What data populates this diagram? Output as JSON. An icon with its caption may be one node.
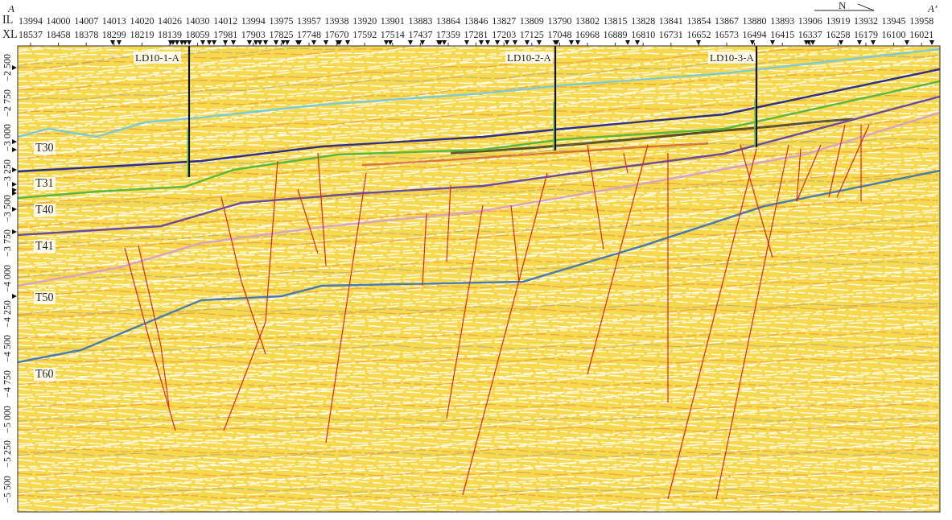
{
  "diagram": {
    "labels": [
      "A",
      "N",
      "A’",
      "IL",
      "13994",
      "14000",
      "14007",
      "14013",
      "14020",
      "14026",
      "14030",
      "14012",
      "13994",
      "13975",
      "13957",
      "13938",
      "13920",
      "13901",
      "13883",
      "13864",
      "13846",
      "13827",
      "13809",
      "13790",
      "13802",
      "13815",
      "13828",
      "13841",
      "13854",
      "13867",
      "13880",
      "13893",
      "13906",
      "13919",
      "13932",
      "13945",
      "13958",
      "XL",
      "18537",
      "18458",
      "18378",
      "18299",
      "18219",
      "18139",
      "18059",
      "17981",
      "17903",
      "17825",
      "17748",
      "17670",
      "17592",
      "17514",
      "17437",
      "17359",
      "17281",
      "17203",
      "17125",
      "17048",
      "16968",
      "16889",
      "16810",
      "16731",
      "16652",
      "16573",
      "16494",
      "16415",
      "16337",
      "16258",
      "16179",
      "16100",
      "16021",
      "LD10-1-A",
      "LD10-2-A",
      "LD10-3-A",
      "T30",
      "T31",
      "T40",
      "T41",
      "T50",
      "T60",
      "−2 500",
      "−2 750",
      "−3 000",
      "−3 250",
      "−3 500",
      "−3 750",
      "−4 000",
      "−4 250",
      "−4 500",
      "−4 750",
      "−5 000",
      "−5 250",
      "−5 500"
    ]
  }
}
